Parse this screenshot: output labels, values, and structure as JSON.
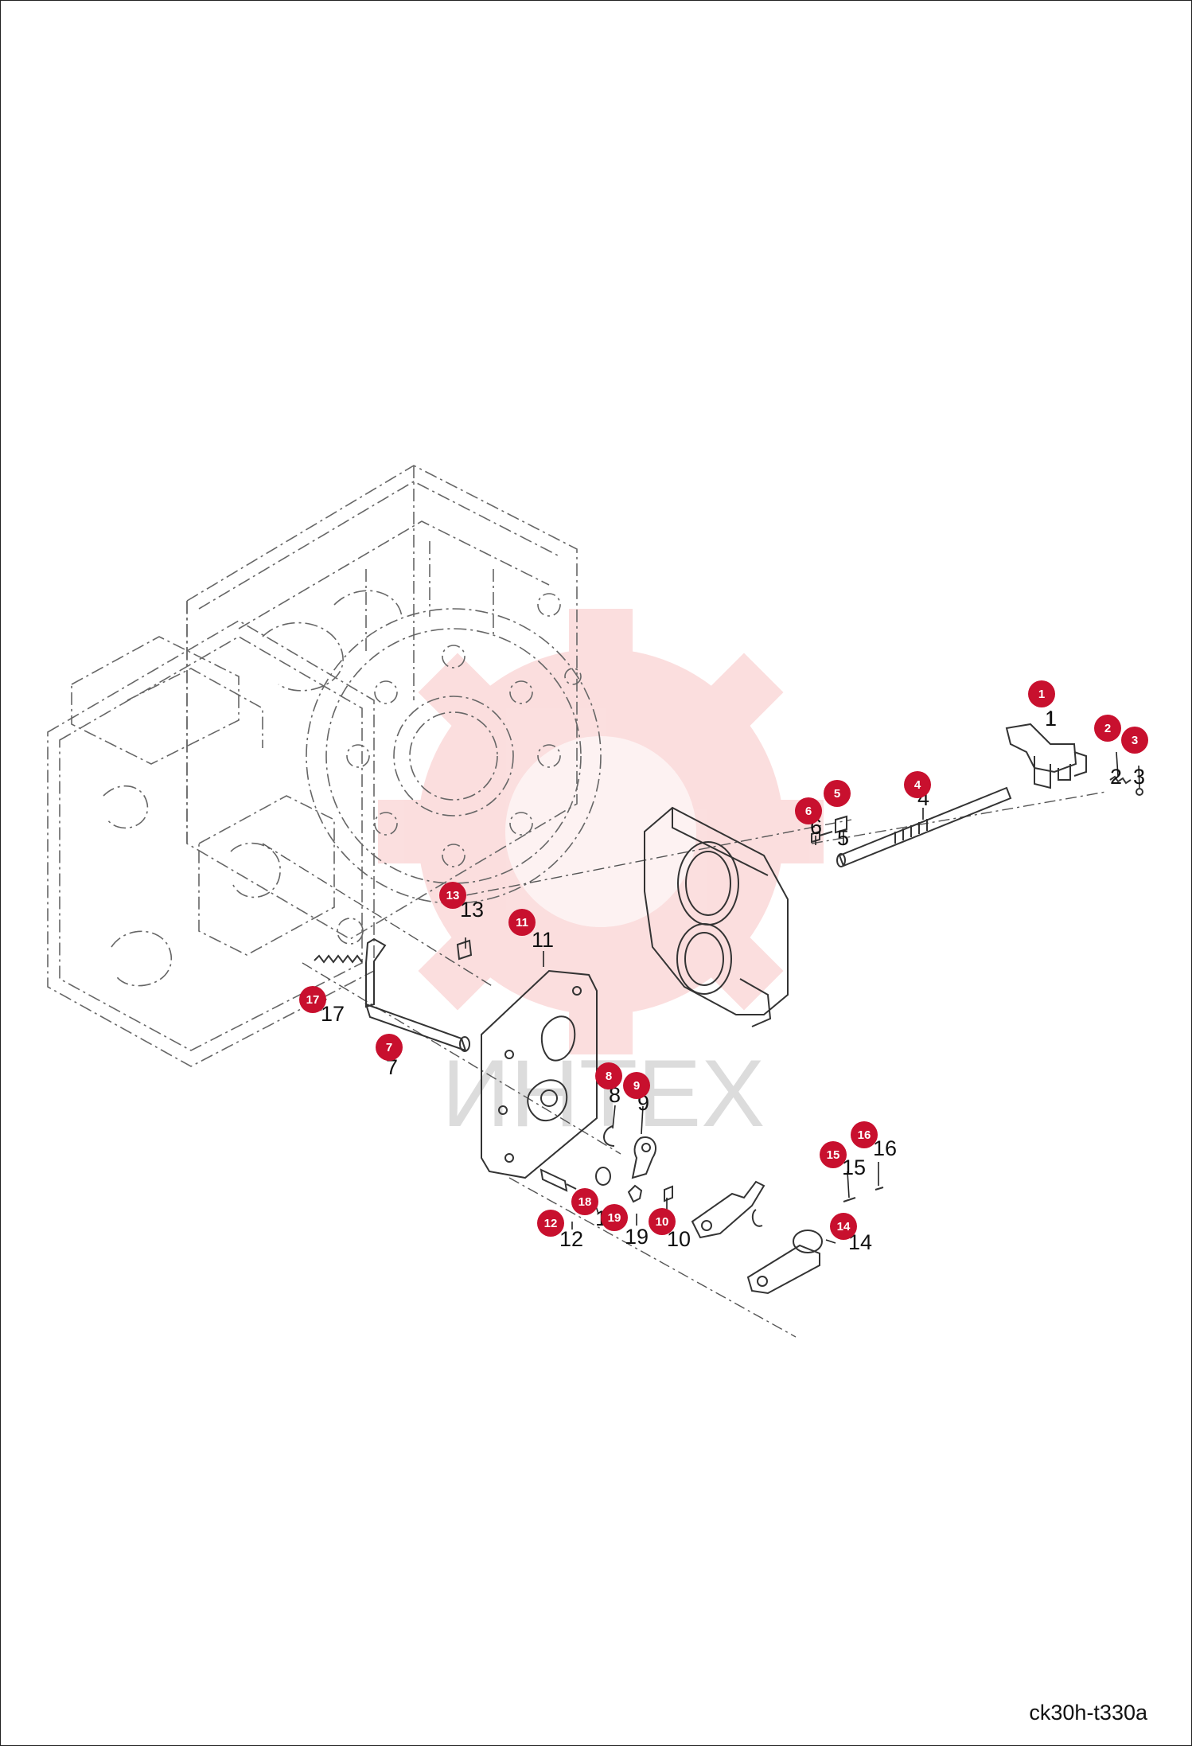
{
  "watermark": {
    "text": "ИНТЕХ",
    "color": "#e83a3a"
  },
  "marker_color": "#c8102e",
  "drawing_code": "ck30h-t330a",
  "callouts": [
    {
      "id": "1",
      "label": "1"
    },
    {
      "id": "2",
      "label": "2"
    },
    {
      "id": "3",
      "label": "3"
    },
    {
      "id": "4",
      "label": "4"
    },
    {
      "id": "5",
      "label": "5"
    },
    {
      "id": "6",
      "label": "6"
    },
    {
      "id": "7",
      "label": "7"
    },
    {
      "id": "8",
      "label": "8"
    },
    {
      "id": "9",
      "label": "9"
    },
    {
      "id": "10",
      "label": "10"
    },
    {
      "id": "11",
      "label": "11"
    },
    {
      "id": "12",
      "label": "12"
    },
    {
      "id": "13",
      "label": "13"
    },
    {
      "id": "14",
      "label": "14"
    },
    {
      "id": "15",
      "label": "15"
    },
    {
      "id": "16",
      "label": "16"
    },
    {
      "id": "17",
      "label": "17"
    },
    {
      "id": "18",
      "label": "18"
    },
    {
      "id": "19",
      "label": "19"
    }
  ]
}
